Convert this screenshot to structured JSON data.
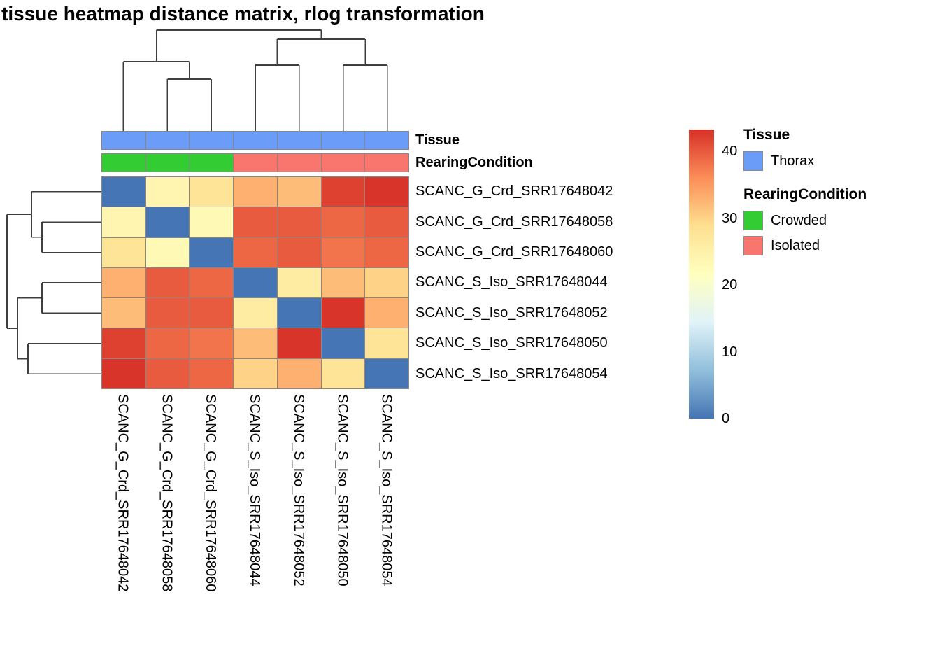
{
  "title": "tissue heatmap distance matrix, rlog transformation",
  "chart_data": {
    "type": "heatmap",
    "title": "tissue heatmap distance matrix, rlog transformation",
    "legend_position": "right",
    "grid_line_color": "#878787",
    "dendrogram_color": "#3f3f3f",
    "labels": [
      "SCANC_G_Crd_SRR17648042",
      "SCANC_G_Crd_SRR17648058",
      "SCANC_G_Crd_SRR17648060",
      "SCANC_S_Iso_SRR17648044",
      "SCANC_S_Iso_SRR17648052",
      "SCANC_S_Iso_SRR17648050",
      "SCANC_S_Iso_SRR17648054"
    ],
    "matrix": [
      [
        0,
        24,
        28,
        33,
        32,
        42,
        43
      ],
      [
        24,
        0,
        23,
        40,
        40,
        39,
        40
      ],
      [
        28,
        23,
        0,
        39,
        40,
        38,
        39
      ],
      [
        33,
        40,
        39,
        0,
        26,
        32,
        30
      ],
      [
        32,
        40,
        40,
        26,
        0,
        43,
        33
      ],
      [
        42,
        39,
        38,
        32,
        43,
        0,
        28
      ],
      [
        43,
        40,
        39,
        30,
        33,
        28,
        0
      ]
    ],
    "scale": {
      "min": 0,
      "max": 43.3,
      "ticks": [
        40,
        30,
        20,
        10,
        0
      ],
      "palette": [
        "#4575b4",
        "#91bfdb",
        "#e0f3f8",
        "#ffffbf",
        "#fee090",
        "#fc8d59",
        "#d73027"
      ]
    },
    "annotations": {
      "tissue": {
        "label": "Tissue",
        "values": [
          "Thorax",
          "Thorax",
          "Thorax",
          "Thorax",
          "Thorax",
          "Thorax",
          "Thorax"
        ],
        "colors": {
          "Thorax": "#6a9cf8"
        }
      },
      "rearing": {
        "label": "RearingCondition",
        "values": [
          "Crowded",
          "Crowded",
          "Crowded",
          "Isolated",
          "Isolated",
          "Isolated",
          "Isolated"
        ],
        "colors": {
          "Crowded": "#33cc33",
          "Isolated": "#f8766d"
        }
      }
    },
    "legend": {
      "groups": [
        {
          "title": "Tissue",
          "items": [
            {
              "label": "Thorax",
              "color": "#6a9cf8"
            }
          ]
        },
        {
          "title": "RearingCondition",
          "items": [
            {
              "label": "Crowded",
              "color": "#33cc33"
            },
            {
              "label": "Isolated",
              "color": "#f8766d"
            }
          ]
        }
      ]
    },
    "dendrogram_top": {
      "segments": [
        [
          31.4,
          50,
          31.4,
          149
        ],
        [
          94.3,
          75,
          94.3,
          149
        ],
        [
          157.1,
          75,
          157.1,
          149
        ],
        [
          220.0,
          55,
          220.0,
          149
        ],
        [
          282.9,
          55,
          282.9,
          149
        ],
        [
          345.7,
          55,
          345.7,
          149
        ],
        [
          408.6,
          55,
          408.6,
          149
        ],
        [
          94.3,
          75,
          157.1,
          75
        ],
        [
          125.7,
          50,
          125.7,
          75
        ],
        [
          31.4,
          50,
          125.7,
          50
        ],
        [
          78.6,
          5,
          78.6,
          50
        ],
        [
          220.0,
          55,
          282.9,
          55
        ],
        [
          251.4,
          18,
          251.4,
          55
        ],
        [
          345.7,
          55,
          408.6,
          55
        ],
        [
          377.1,
          18,
          377.1,
          55
        ],
        [
          251.4,
          18,
          377.1,
          18
        ],
        [
          314.3,
          5,
          314.3,
          18
        ],
        [
          78.6,
          5,
          314.3,
          5
        ]
      ]
    },
    "dendrogram_left": {
      "segments": [
        [
          37,
          21.7,
          137,
          21.7
        ],
        [
          52,
          65.1,
          137,
          65.1
        ],
        [
          52,
          108.6,
          137,
          108.6
        ],
        [
          52,
          65.1,
          52,
          108.6
        ],
        [
          37,
          86.8,
          52,
          86.8
        ],
        [
          37,
          21.7,
          37,
          86.8
        ],
        [
          2,
          54.3,
          37,
          54.3
        ],
        [
          52,
          152.0,
          137,
          152.0
        ],
        [
          52,
          195.4,
          137,
          195.4
        ],
        [
          52,
          152.0,
          52,
          195.4
        ],
        [
          17,
          173.7,
          52,
          173.7
        ],
        [
          32,
          238.9,
          137,
          238.9
        ],
        [
          32,
          282.3,
          137,
          282.3
        ],
        [
          32,
          238.9,
          32,
          282.3
        ],
        [
          17,
          260.6,
          32,
          260.6
        ],
        [
          17,
          173.7,
          17,
          260.6
        ],
        [
          2,
          217.1,
          17,
          217.1
        ],
        [
          2,
          54.3,
          2,
          217.1
        ]
      ]
    }
  }
}
